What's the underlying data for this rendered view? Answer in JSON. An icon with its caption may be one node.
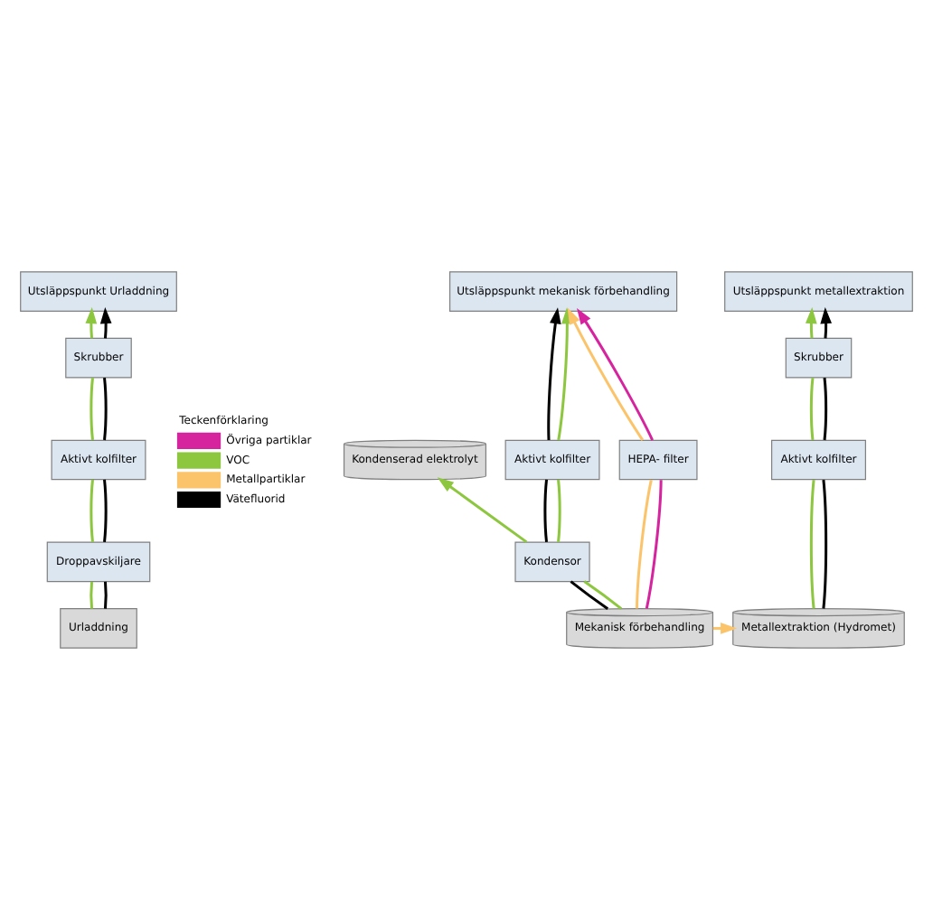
{
  "diagram": {
    "nodes": [
      {
        "text": [
          "Utsläppspunkt Urladdning"
        ]
      },
      {
        "text": [
          "Utsläppspunkt mekanisk förbehandling"
        ]
      },
      {
        "text": [
          "Utsläppspunkt metallextraktion"
        ]
      },
      {
        "text": [
          "Skrubber"
        ]
      },
      {
        "text": [
          "Aktivt kolfilter"
        ]
      },
      {
        "text": [
          "Droppavskiljare"
        ]
      },
      {
        "text": [
          "Urladdning"
        ]
      },
      {
        "text": [
          "Aktivt kolfilter"
        ]
      },
      {
        "text": [
          "HEPA- filter"
        ]
      },
      {
        "text": [
          "Kondensor"
        ]
      },
      {
        "text": [
          "Mekanisk förbehandling"
        ]
      },
      {
        "text": [
          "Skrubber"
        ]
      },
      {
        "text": [
          "Aktivt kolfilter"
        ]
      },
      {
        "text": [
          "Metallextraktion (Hydromet)"
        ]
      },
      {
        "text": [
          "Kondenserad elektrolyt"
        ]
      }
    ],
    "edges": [
      {
        "from": 6,
        "to": 5,
        "arrow": "none",
        "color": "#8dc63f"
      },
      {
        "from": 5,
        "to": 4,
        "arrow": "none",
        "color": "#8dc63f"
      },
      {
        "from": 4,
        "to": 3,
        "arrow": "none",
        "color": "#8dc63f"
      },
      {
        "from": 3,
        "to": 0,
        "arrow": "to",
        "color": "#8dc63f"
      },
      {
        "from": 6,
        "to": 5,
        "arrow": "none",
        "color": "#000000"
      },
      {
        "from": 5,
        "to": 4,
        "arrow": "none",
        "color": "#000000"
      },
      {
        "from": 4,
        "to": 3,
        "arrow": "none",
        "color": "#000000"
      },
      {
        "from": 3,
        "to": 0,
        "arrow": "to",
        "color": "#000000"
      },
      {
        "from": 10,
        "to": 9,
        "arrow": "none",
        "color": "#000000"
      },
      {
        "from": 9,
        "to": 7,
        "arrow": "none",
        "color": "#000000"
      },
      {
        "from": 7,
        "to": 1,
        "arrow": "to",
        "color": "#000000"
      },
      {
        "from": 10,
        "to": 9,
        "arrow": "none",
        "color": "#8dc63f"
      },
      {
        "from": 9,
        "to": 7,
        "arrow": "none",
        "color": "#8dc63f"
      },
      {
        "from": 7,
        "to": 1,
        "arrow": "to",
        "color": "#8dc63f"
      },
      {
        "from": 9,
        "to": 14,
        "arrow": "to",
        "color": "#8dc63f"
      },
      {
        "from": 10,
        "to": 8,
        "arrow": "none",
        "color": "#fcc46a"
      },
      {
        "from": 8,
        "to": 1,
        "arrow": "to",
        "color": "#fcc46a"
      },
      {
        "from": 10,
        "to": 8,
        "arrow": "none",
        "color": "#d6249f"
      },
      {
        "from": 8,
        "to": 1,
        "arrow": "to",
        "color": "#d6249f"
      },
      {
        "from": 10,
        "to": 13,
        "arrow": "to",
        "color": "#fcc46a"
      },
      {
        "from": 13,
        "to": 12,
        "arrow": "none",
        "color": "#8dc63f"
      },
      {
        "from": 12,
        "to": 11,
        "arrow": "none",
        "color": "#8dc63f"
      },
      {
        "from": 11,
        "to": 2,
        "arrow": "to",
        "color": "#8dc63f"
      },
      {
        "from": 13,
        "to": 12,
        "arrow": "none",
        "color": "#000000"
      },
      {
        "from": 12,
        "to": 11,
        "arrow": "none",
        "color": "#000000"
      },
      {
        "from": 11,
        "to": 2,
        "arrow": "to",
        "color": "#000000"
      }
    ],
    "labels": [
      "Teckenförklaring"
    ],
    "legend": [
      {
        "text": "Övriga partiklar",
        "color": "#d6249f"
      },
      {
        "text": "VOC",
        "color": "#8dc63f"
      },
      {
        "text": "Metallpartiklar",
        "color": "#fcc46a"
      },
      {
        "text": "Vätefluorid",
        "color": "#000000"
      }
    ]
  }
}
